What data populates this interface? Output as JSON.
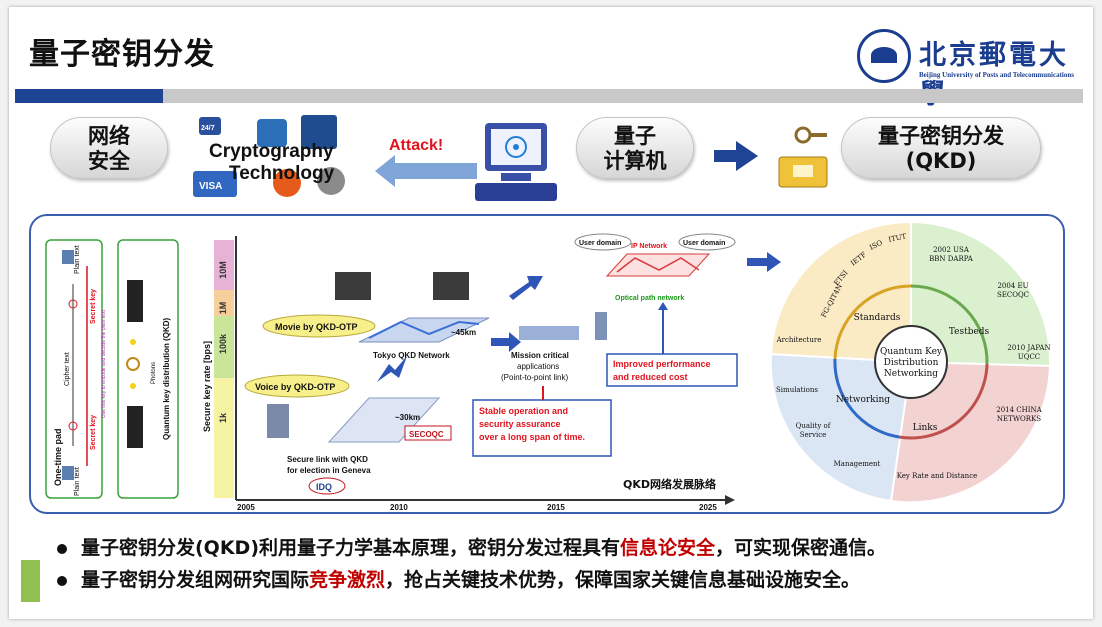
{
  "slide": {
    "title": "量子密钥分发",
    "logo": {
      "cn": "北京郵電大學",
      "en": "Beijing University of Posts and Telecommunications"
    }
  },
  "top_row": {
    "pill_network_security": [
      "网络",
      "安全"
    ],
    "crypto_label": [
      "Cryptography",
      "Technology"
    ],
    "crypto_badges": {
      "top": "24/7",
      "card": "VISA"
    },
    "attack_label": "Attack!",
    "pill_quantum_computer": [
      "量子",
      "计算机"
    ],
    "pill_qkd": [
      "量子密钥分发",
      "(QKD)"
    ]
  },
  "left_diagram": {
    "one_time_pad": "One-time pad",
    "plain_text": "Plain text",
    "cipher_text": "Cipher text",
    "secret_key": "Secret key",
    "instruction": "Use this key to encode and decode the plain text",
    "qkd_label": "Quantum key distribution (QKD)",
    "photons": "Photons"
  },
  "timeline": {
    "ylabel": "Secure key  rate [bps]",
    "ylevels": [
      "1k",
      "100k",
      "1M",
      "10M"
    ],
    "xticks": [
      "2005",
      "2010",
      "2015",
      "2025"
    ],
    "xtitle": "QKD网络发展脉络",
    "movie": "Movie by QKD-OTP",
    "voice": "Voice by QKD-OTP",
    "tokyo": "Tokyo QKD Network",
    "km45": "~45km",
    "km30": "~30km",
    "secoqc": "SECOQC",
    "geneva": [
      "Secure link with QKD",
      "for election in Geneva"
    ],
    "idq": "IDQ",
    "mission": [
      "Mission critical",
      "applications",
      "(Point-to-point link)"
    ],
    "stable": [
      "Stable operation and",
      "security assurance",
      "over a long span of time."
    ],
    "user_domain": "User domain",
    "ip_network": "IP Network",
    "optical": "Optical path network",
    "improved": [
      "Improved performance",
      "and reduced cost"
    ]
  },
  "wheel": {
    "center": [
      "Quantum Key",
      "Distribution",
      "Networking"
    ],
    "inner": {
      "standards": "Standards",
      "testbeds": "Testbeds",
      "links": "Links",
      "networking": "Networking"
    },
    "standards_outer": [
      "FG-QIT4N",
      "ETSI",
      "IETF",
      "ISO",
      "ITUT"
    ],
    "testbeds_outer": [
      [
        "2002 USA",
        "BBN DARPA"
      ],
      [
        "2004 EU",
        "SECOQC"
      ],
      [
        "2010 JAPAN",
        "UQCC"
      ],
      [
        "2014 CHINA",
        "NETWORKS"
      ]
    ],
    "links_outer": "Key Rate and Distance",
    "networking_outer": [
      "Architecture",
      "Simulations",
      "Quality of",
      "Service",
      "Management"
    ]
  },
  "bullets": [
    {
      "pre": "量子密钥分发(QKD)利用量子力学基本原理，密钥分发过程具有",
      "hl": "信息论安全",
      "post": "，可实现保密通信。"
    },
    {
      "pre": "量子密钥分发组网研究国际",
      "hl": "竞争激烈",
      "post": "，抢占关键技术优势，保障国家关键信息基础设施安全。"
    }
  ],
  "colors": {
    "brand_blue": "#1f4494",
    "accent_red": "#c00000",
    "arrow_blue": "#2f55b7",
    "green": "#92c050"
  }
}
